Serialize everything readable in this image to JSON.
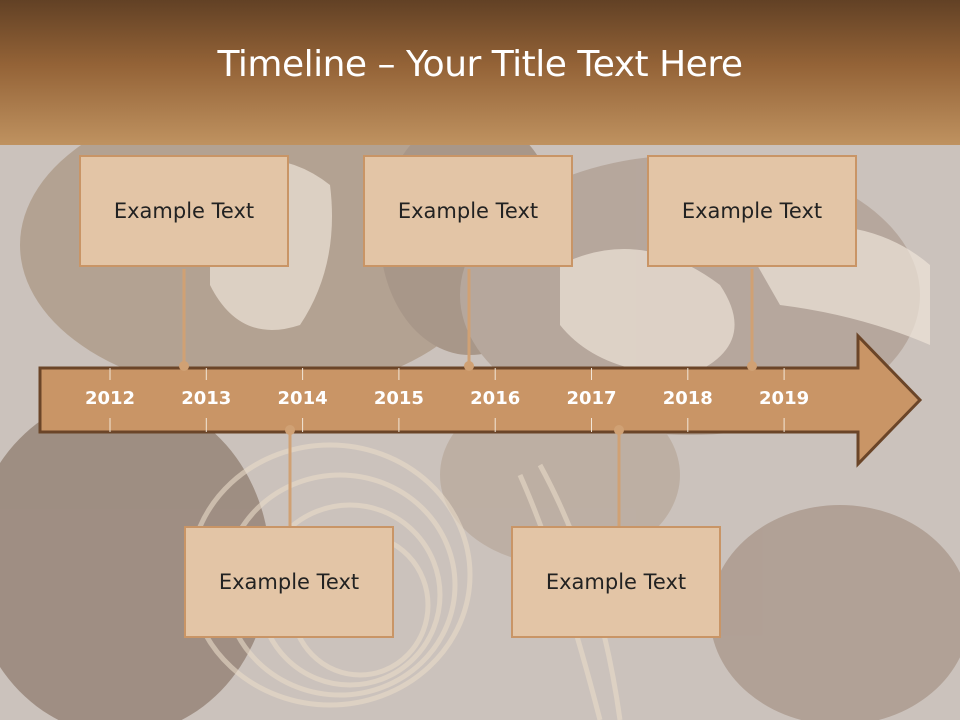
{
  "slide": {
    "title": "Timeline – Your Title Text Here",
    "years": [
      "2012",
      "2013",
      "2014",
      "2015",
      "2016",
      "2017",
      "2018",
      "2019"
    ],
    "callouts": [
      {
        "text": "Example Text"
      },
      {
        "text": "Example Text"
      },
      {
        "text": "Example Text"
      },
      {
        "text": "Example Text"
      },
      {
        "text": "Example Text"
      }
    ]
  },
  "colors": {
    "arrow": "#c99566",
    "arrow_border": "#6b4528",
    "box": "#e3c5a6",
    "year_text": "#ffffff"
  }
}
